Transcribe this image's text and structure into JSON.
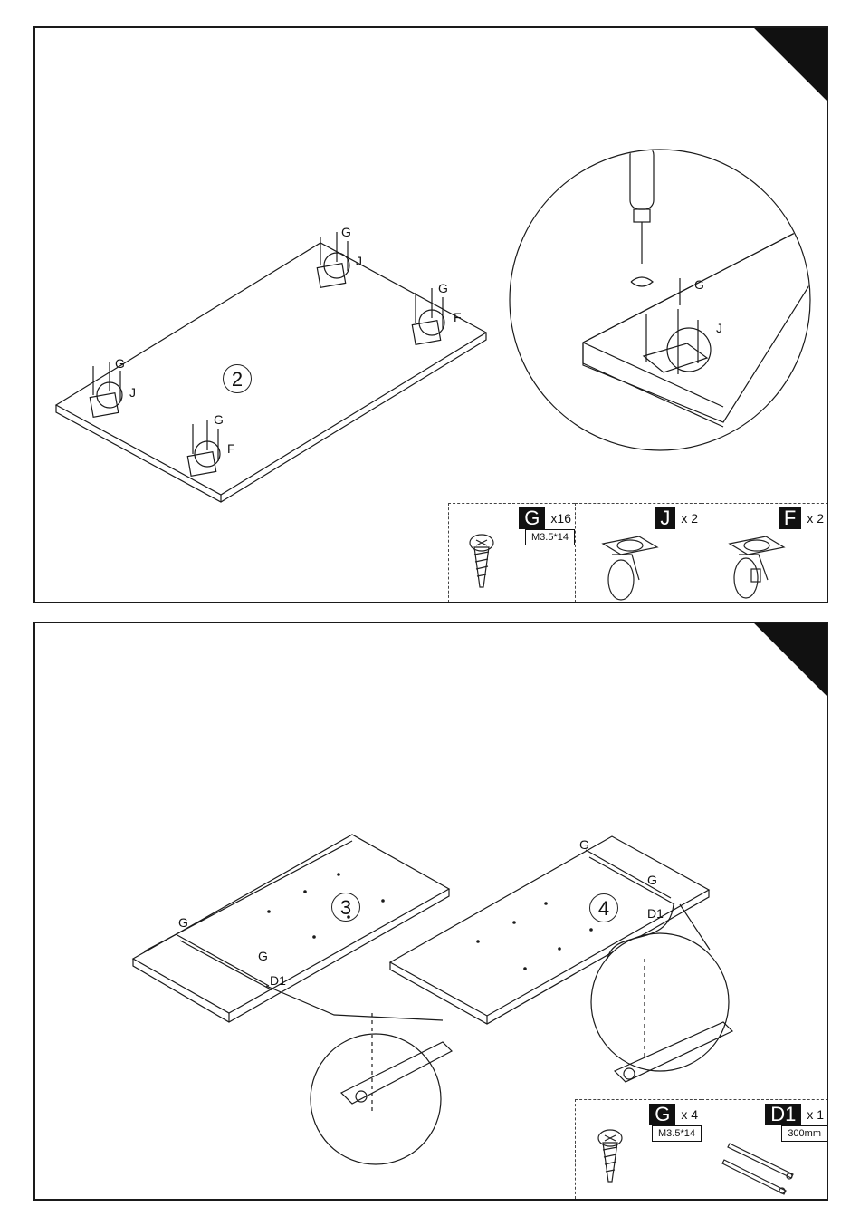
{
  "top_panel": {
    "step_number": "2",
    "callouts": {
      "g1": "G",
      "j1": "J",
      "g2": "G",
      "f1": "F",
      "g3": "G",
      "j2": "J",
      "g4": "G",
      "f2": "F",
      "zoom_g": "G",
      "zoom_j": "J"
    },
    "parts": [
      {
        "code": "G",
        "qty": "x16",
        "size": "M3.5*14",
        "icon": "screw-icon"
      },
      {
        "code": "J",
        "qty": "x 2",
        "size": "",
        "icon": "swivel-caster-icon"
      },
      {
        "code": "F",
        "qty": "x 2",
        "size": "",
        "icon": "locking-caster-icon"
      }
    ]
  },
  "bottom_panel": {
    "step_a": "3",
    "step_b": "4",
    "callouts": {
      "a_g1": "G",
      "a_g2": "G",
      "a_d1": "D1",
      "b_g1": "G",
      "b_g2": "G",
      "b_d1": "D1"
    },
    "parts": [
      {
        "code": "G",
        "qty": "x 4",
        "size": "M3.5*14",
        "icon": "screw-icon"
      },
      {
        "code": "D1",
        "qty": "x 1",
        "size": "300mm",
        "icon": "drawer-slide-icon"
      }
    ]
  },
  "colors": {
    "line": "#1a1a1a",
    "badge_bg": "#111111",
    "corner": "#111111"
  }
}
